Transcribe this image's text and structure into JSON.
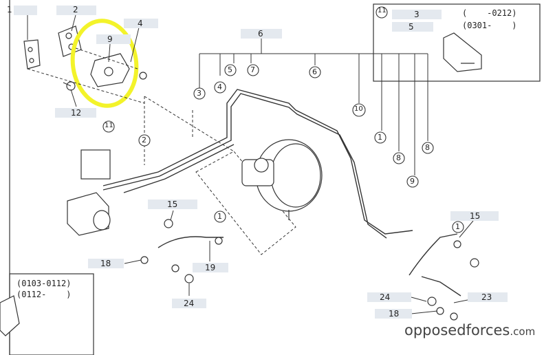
{
  "callouts": {
    "c1": "1",
    "c2": "2",
    "c3": "3",
    "c4": "4",
    "c5": "5",
    "c6": "6",
    "c9": "9",
    "c12": "12",
    "c15a": "15",
    "c15b": "15",
    "c18a": "18",
    "c18b": "18",
    "c19": "19",
    "c23": "23",
    "c24a": "24",
    "c24b": "24"
  },
  "circled": {
    "n11a": "11",
    "n11b": "11",
    "n2": "2",
    "n3": "3",
    "n4": "4",
    "n5": "5",
    "n7": "7",
    "n6": "6",
    "n10": "10",
    "n1a": "1",
    "n8a": "8",
    "n9": "9",
    "n8b": "8",
    "n1b": "1",
    "n1c": "1"
  },
  "inset_top": {
    "line1": "(    -0212)",
    "line2": "(0301-    )"
  },
  "inset_bottom": {
    "line1": "(0103-0112)",
    "line2": "(0112-    )"
  },
  "brand": {
    "name": "opposedforces",
    "suffix": ".com"
  },
  "highlight_color": "#f3f32a"
}
